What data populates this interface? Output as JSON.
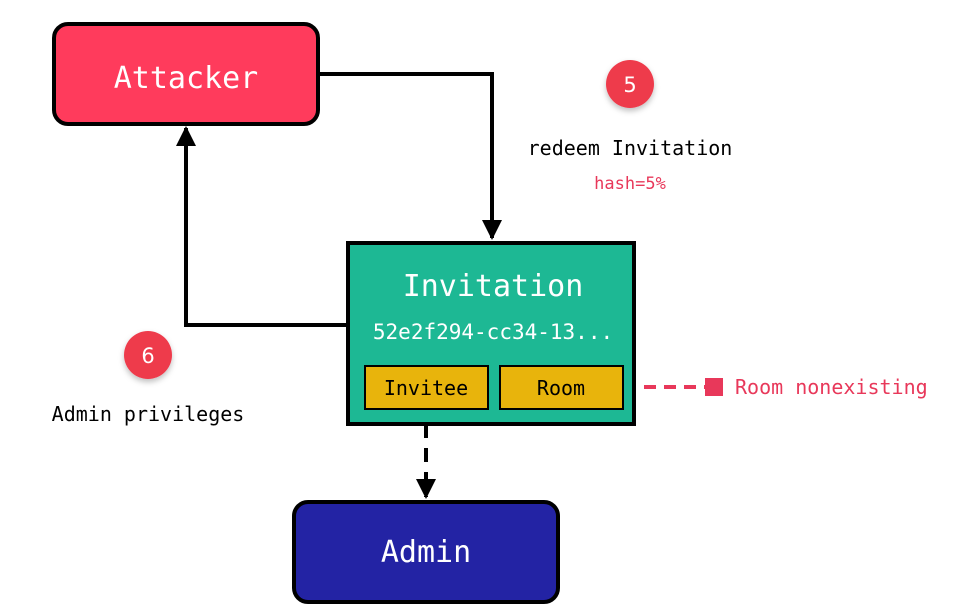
{
  "nodes": {
    "attacker": {
      "label": "Attacker"
    },
    "invitation": {
      "label": "Invitation",
      "id_text": "52e2f294-cc34-13...",
      "invitee_label": "Invitee",
      "room_label": "Room"
    },
    "admin": {
      "label": "Admin"
    }
  },
  "steps": {
    "step5": {
      "number": "5",
      "text": "redeem Invitation",
      "subtext": "hash=5%"
    },
    "step6": {
      "number": "6",
      "text": "Admin privileges"
    }
  },
  "annotations": {
    "room_note": "Room nonexisting"
  },
  "colors": {
    "attacker": "#ff3b5c",
    "invitation": "#1db894",
    "subbox": "#e8b40c",
    "admin": "#2323a4",
    "badge": "#ee3b4c",
    "accent_text": "#e8385a",
    "stroke": "#000000"
  }
}
